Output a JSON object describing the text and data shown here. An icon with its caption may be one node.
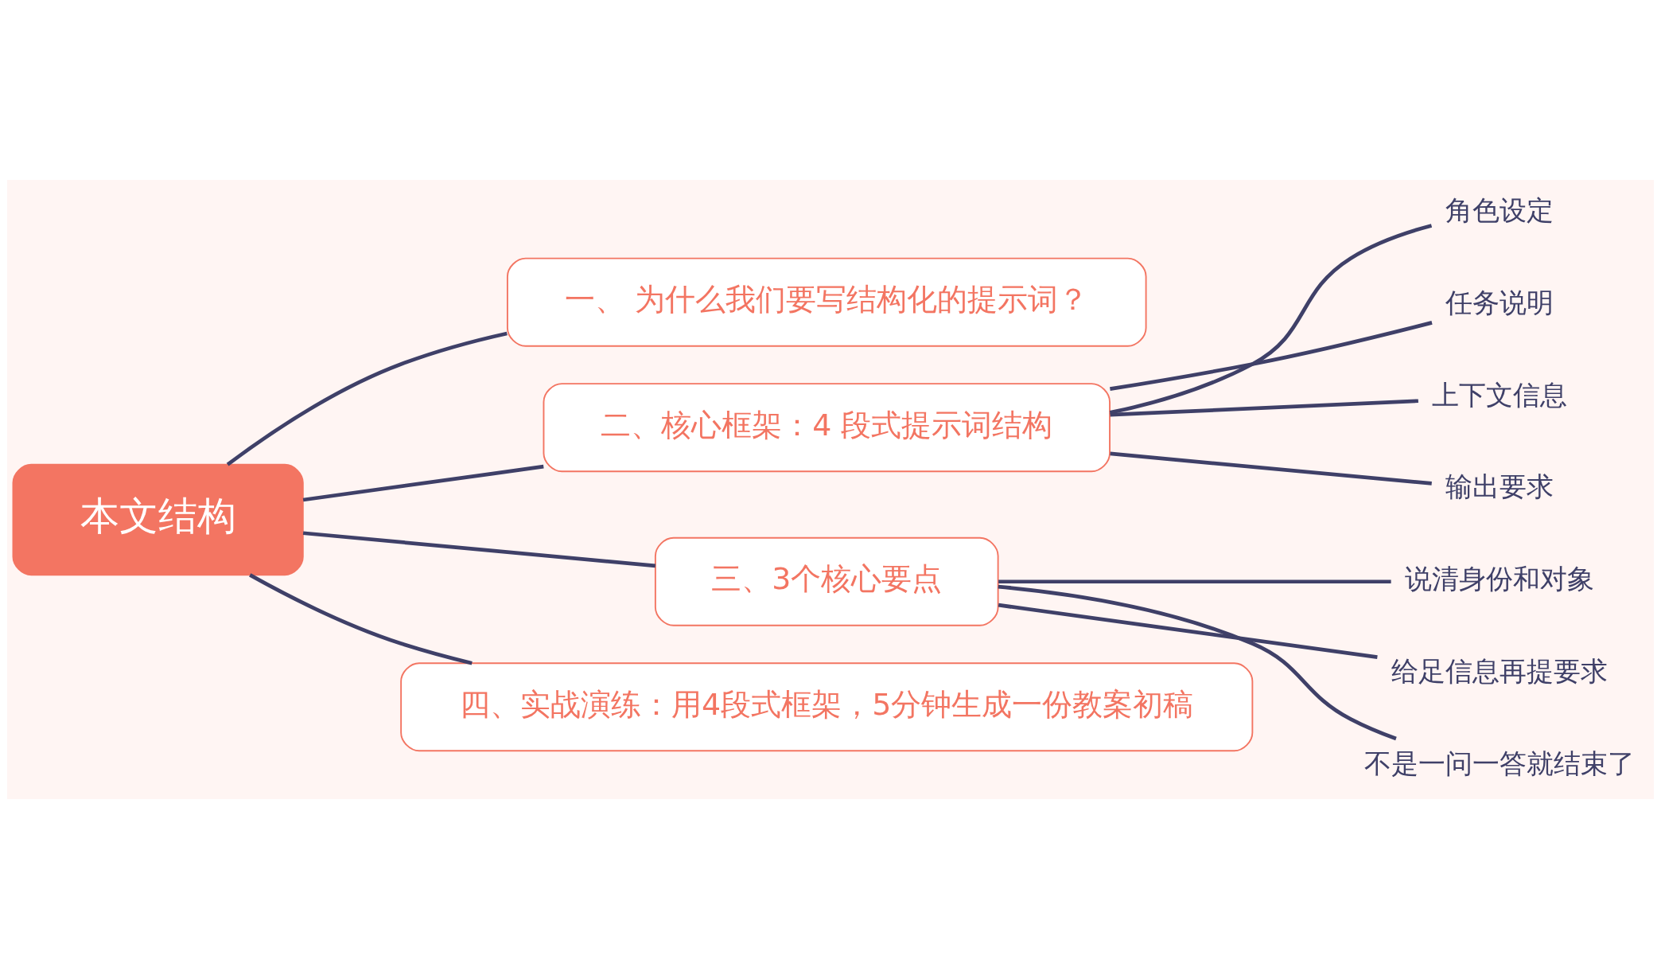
{
  "diagram": {
    "nodes": [
      {
        "text": [
          "本文结构"
        ]
      },
      {
        "text": [
          "一、 为什么我们要写结构化的提示词？"
        ]
      },
      {
        "text": [
          "二、核心框架：4 段式提示词结构"
        ]
      },
      {
        "text": [
          "角色设定"
        ]
      },
      {
        "text": [
          "任务说明"
        ]
      },
      {
        "text": [
          "上下文信息"
        ]
      },
      {
        "text": [
          "输出要求"
        ]
      },
      {
        "text": [
          "三、3个核心要点"
        ]
      },
      {
        "text": [
          "说清身份和对象"
        ]
      },
      {
        "text": [
          "给足信息再提要求"
        ]
      },
      {
        "text": [
          "不是一问一答就结束了"
        ]
      },
      {
        "text": [
          "四、实战演练：用4段式框架，5分钟生成一份教案初稿"
        ]
      }
    ],
    "edges": [
      {
        "from": 0,
        "to": 1,
        "arrow": "none"
      },
      {
        "from": 0,
        "to": 2,
        "arrow": "none"
      },
      {
        "from": 2,
        "to": 3,
        "arrow": "none"
      },
      {
        "from": 2,
        "to": 4,
        "arrow": "none"
      },
      {
        "from": 2,
        "to": 5,
        "arrow": "none"
      },
      {
        "from": 2,
        "to": 6,
        "arrow": "none"
      },
      {
        "from": 0,
        "to": 7,
        "arrow": "none"
      },
      {
        "from": 7,
        "to": 8,
        "arrow": "none"
      },
      {
        "from": 7,
        "to": 9,
        "arrow": "none"
      },
      {
        "from": 7,
        "to": 10,
        "arrow": "none"
      },
      {
        "from": 0,
        "to": 11,
        "arrow": "none"
      }
    ]
  }
}
